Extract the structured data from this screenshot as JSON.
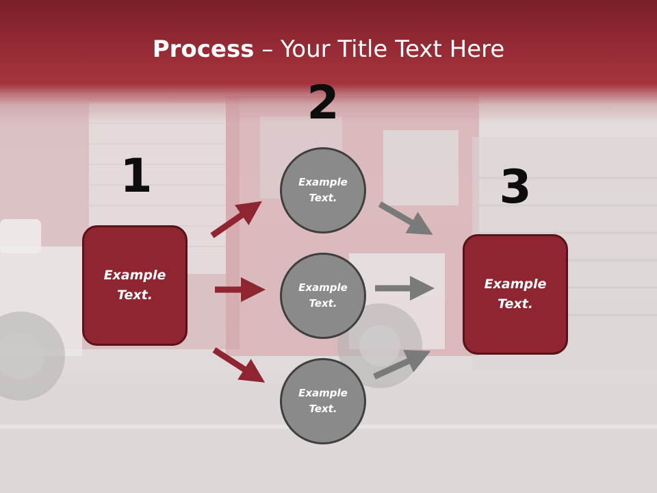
{
  "slide": {
    "title_bold": "Process",
    "title_rest": " – Your Title Text Here",
    "steps": [
      {
        "number": "1",
        "text": "Example Text."
      },
      {
        "number": "2",
        "text": "Example Text."
      },
      {
        "number": "3",
        "text": "Example Text."
      }
    ],
    "circles": [
      {
        "text": "Example Text."
      },
      {
        "text": "Example Text."
      },
      {
        "text": "Example Text."
      }
    ],
    "colors": {
      "header_band": "#962b35",
      "step_box": "#8e2530",
      "circle": "#8a8a8a",
      "arrow_red": "#8e2530",
      "arrow_gray": "#7a7a7a"
    }
  }
}
